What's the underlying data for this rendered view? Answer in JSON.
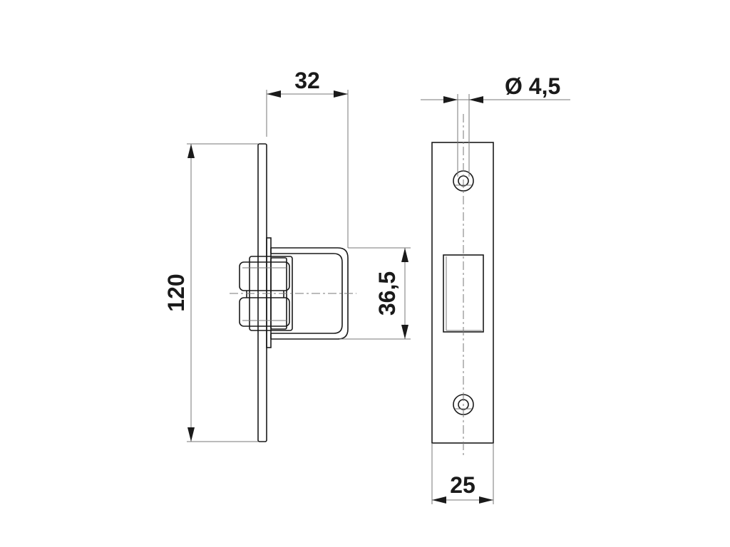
{
  "dimensions": {
    "height": "120",
    "projection": "32",
    "bolt_height": "36,5",
    "hole_diameter": "Ø 4,5",
    "plate_width": "25"
  },
  "colors": {
    "line": "#1a1a1a",
    "thin_line": "#777777",
    "background": "#ffffff"
  }
}
